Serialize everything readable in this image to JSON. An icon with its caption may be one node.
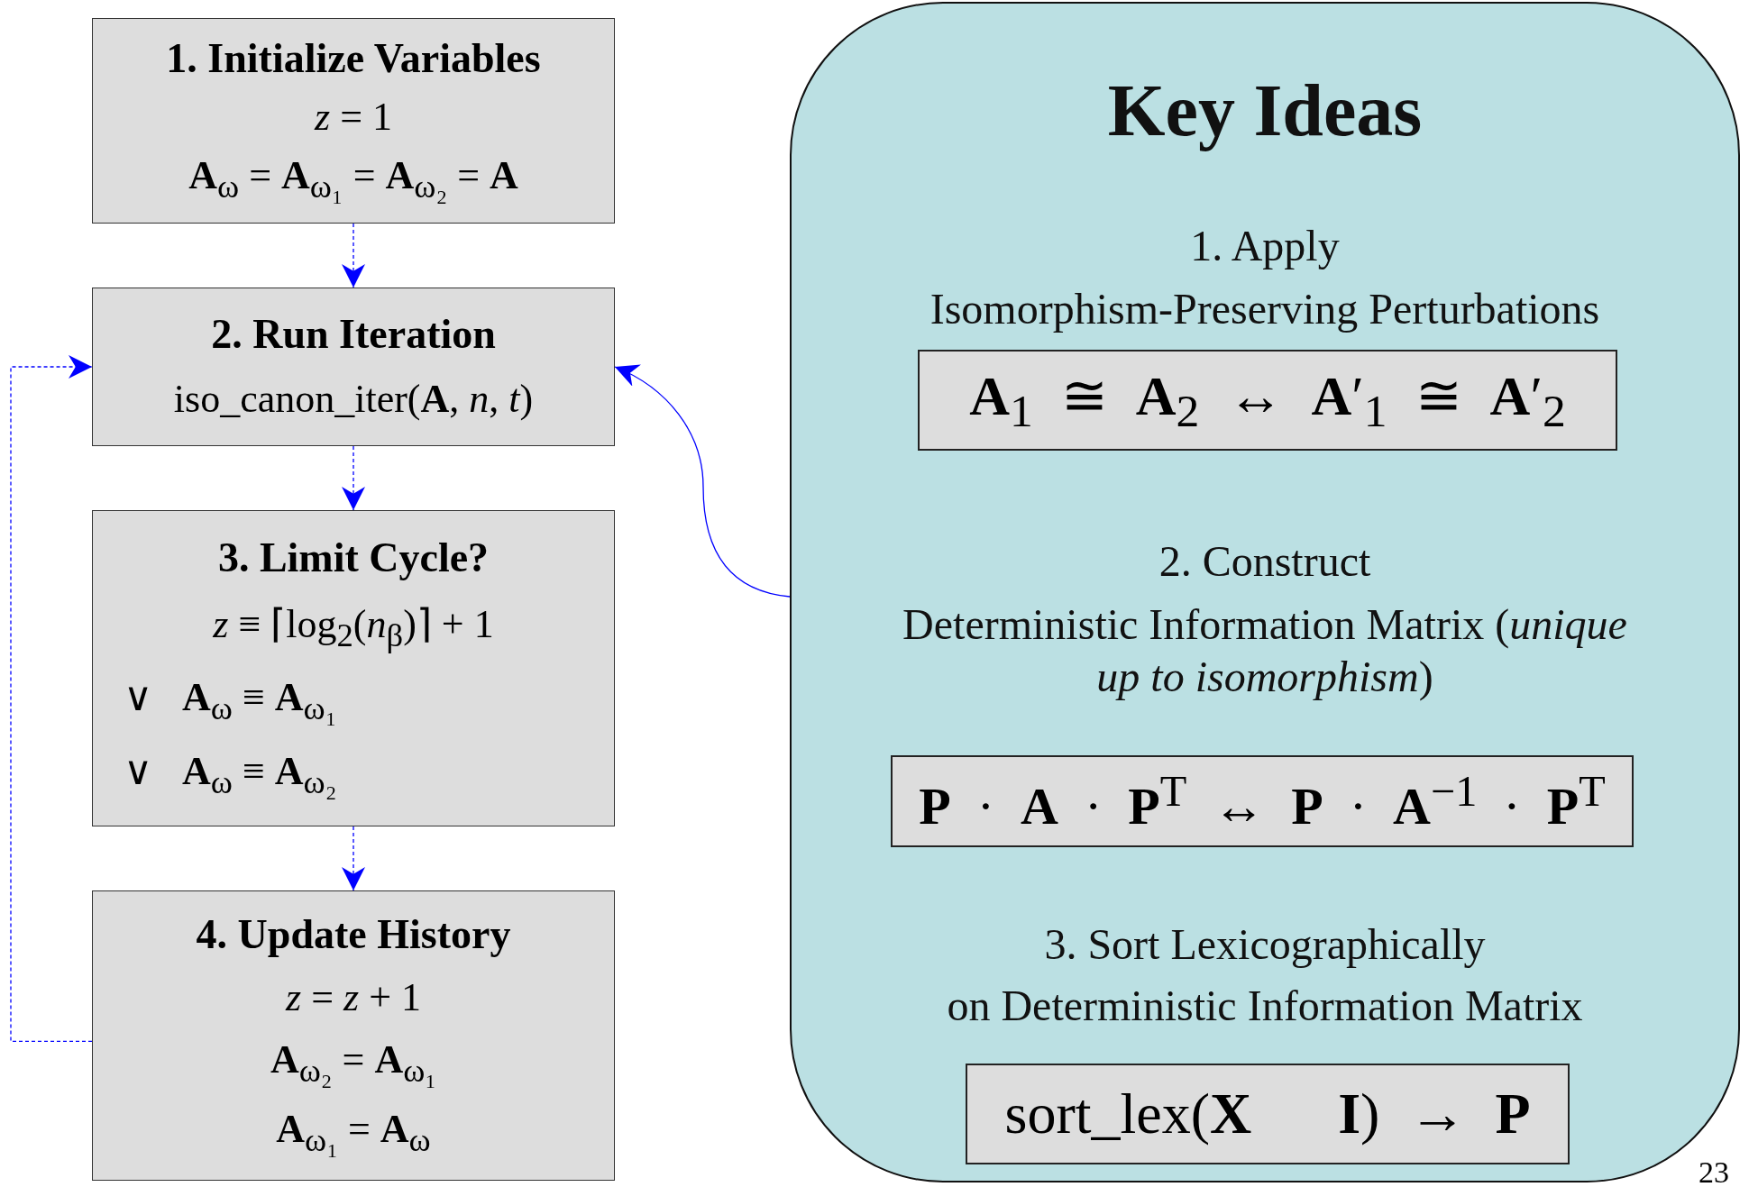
{
  "diagram": {
    "nodes": [
      {
        "text": [
          "1. Initialize Variables",
          "*z* = 1",
          "**A**$_{ω}$ = **A**$_{ω₁}$ = **A**$_{ω₂}$ = **A**"
        ]
      },
      {
        "text": [
          "2. Run Iteration",
          "iso_canon_iter(**A**, *n*, *t*)"
        ]
      },
      {
        "text": [
          "3. Limit Cycle?",
          "*z* ≡ ⌈log$_{2}$(*n*$_{β}$)⌉ + 1",
          "∨   **A**$_{ω}$ ≡ **A**$_{ω₁}$",
          "∨   **A**$_{ω}$ ≡ **A**$_{ω₂}$"
        ]
      },
      {
        "text": [
          "4. Update History",
          "*z* = *z* + 1",
          "**A**$_{ω₂}$ = **A**$_{ω₁}$",
          "**A**$_{ω₁}$ = **A**$_{ω}$"
        ]
      },
      {
        "text": [
          "Key Ideas",
          "1. Apply",
          "Isomorphism-Preserving Perturbations",
          "2. Construct",
          "Deterministic Information Matrix (*unique up to isomorphism*)",
          "3. Sort Lexicographically",
          "on Deterministic Information Matrix"
        ]
      },
      {
        "text": [
          "**A**$_{1}$ ≅ **A**$_{2}$ ↔ **A**′$_{1}$ ≅ **A**′$_{2}$"
        ],
        "in": 4
      },
      {
        "text": [
          "**P** · **A** · **P**$^{T}$ ↔ **P** · **A**$^{−1}$ · **P**$^{T}$"
        ],
        "in": 4
      },
      {
        "text": [
          "sort_lex(**X**   **I**) → **P**"
        ],
        "in": 4
      }
    ],
    "edges": [
      {
        "from": 0,
        "to": 1,
        "arrow": "to",
        "style": "dashed"
      },
      {
        "from": 1,
        "to": 2,
        "arrow": "to",
        "style": "dashed"
      },
      {
        "from": 2,
        "to": 3,
        "arrow": "to",
        "style": "dashed"
      },
      {
        "from": 3,
        "to": 1,
        "arrow": "to",
        "style": "dashed"
      },
      {
        "from": 4,
        "to": 1,
        "arrow": "to"
      }
    ],
    "labels": [
      "23"
    ]
  }
}
